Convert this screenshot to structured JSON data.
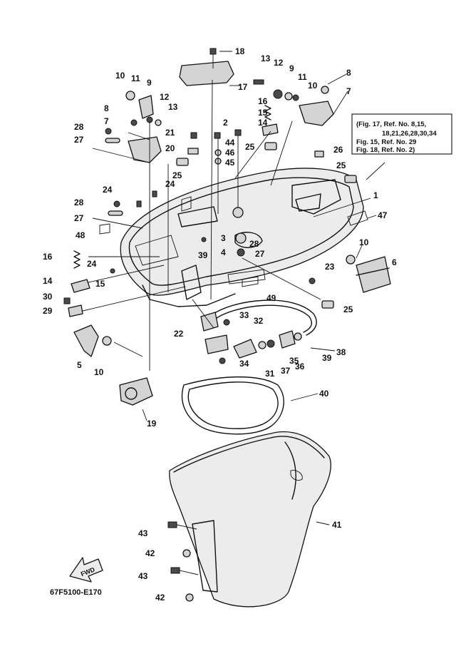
{
  "diagram": {
    "drawing_code": "67F5100-E170",
    "fwd_label": "FWD",
    "reference_note": [
      "(Fig. 17, Ref. No. 8,15,",
      "18,21,26,28,30,34",
      "Fig. 15, Ref. No. 29",
      "Fig. 18, Ref. No. 2)"
    ],
    "callouts": [
      "1",
      "2",
      "3",
      "4",
      "5",
      "6",
      "7",
      "7",
      "8",
      "8",
      "9",
      "9",
      "10",
      "10",
      "10",
      "10",
      "11",
      "11",
      "12",
      "12",
      "13",
      "13",
      "14",
      "14",
      "15",
      "15",
      "16",
      "16",
      "17",
      "18",
      "19",
      "20",
      "21",
      "22",
      "23",
      "24",
      "24",
      "24",
      "25",
      "25",
      "25",
      "25",
      "26",
      "27",
      "27",
      "27",
      "28",
      "28",
      "28",
      "29",
      "30",
      "31",
      "32",
      "33",
      "34",
      "35",
      "36",
      "37",
      "38",
      "39",
      "39",
      "40",
      "41",
      "42",
      "42",
      "43",
      "43",
      "44",
      "45",
      "46",
      "47",
      "48",
      "49"
    ]
  }
}
